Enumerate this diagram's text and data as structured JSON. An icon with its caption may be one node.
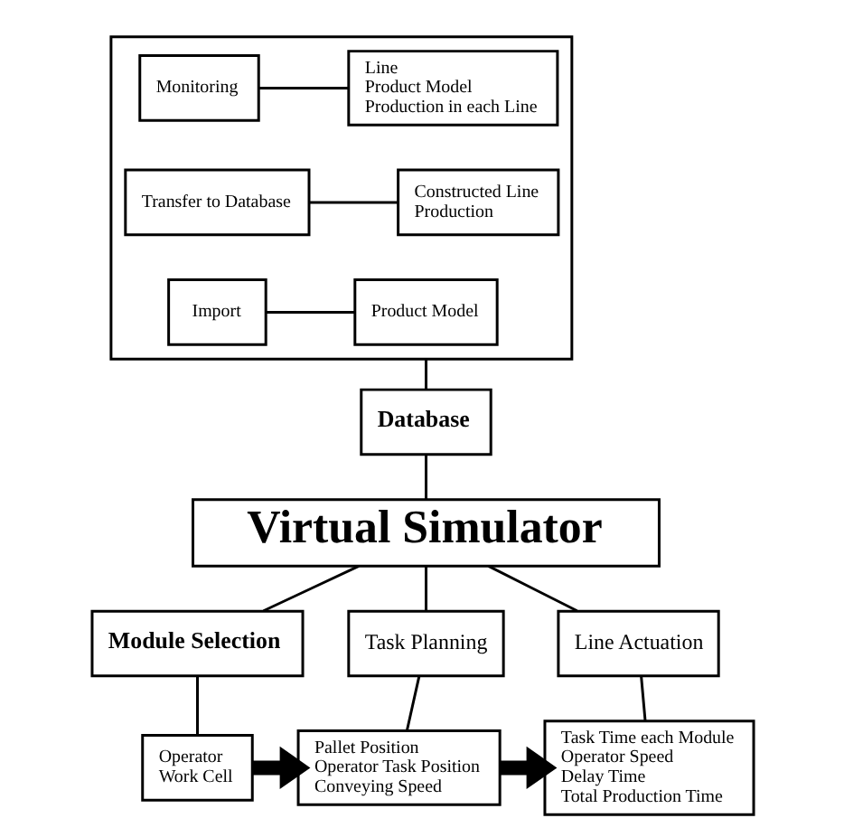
{
  "diagram": {
    "nodes": [
      {
        "text": [],
        "shape": "box"
      },
      {
        "text": [
          "Monitoring"
        ],
        "in": 0
      },
      {
        "text": [
          "Line",
          "Product Model",
          "Production in each Line"
        ],
        "in": 0
      },
      {
        "text": [
          "Transfer to Database"
        ],
        "in": 0
      },
      {
        "text": [
          "Constructed Line",
          "Production"
        ],
        "in": 0
      },
      {
        "text": [
          "Import"
        ],
        "in": 0
      },
      {
        "text": [
          "Product Model"
        ],
        "in": 0
      },
      {
        "text": [
          "Database"
        ]
      },
      {
        "text": [
          "Virtual Simulator"
        ]
      },
      {
        "text": [
          "Module Selection"
        ]
      },
      {
        "text": [
          "Task Planning"
        ]
      },
      {
        "text": [
          "Line Actuation"
        ]
      },
      {
        "text": [
          "Operator",
          "Work Cell"
        ]
      },
      {
        "text": [
          "Pallet Position",
          "Operator Task Position",
          "Conveying Speed"
        ]
      },
      {
        "text": [
          "Task Time each Module",
          "Operator Speed",
          "Delay Time",
          "Total Production Time"
        ]
      }
    ],
    "edges": [
      {
        "from": 1,
        "to": 2,
        "arrow": "none"
      },
      {
        "from": 3,
        "to": 4,
        "arrow": "none"
      },
      {
        "from": 5,
        "to": 6,
        "arrow": "none"
      },
      {
        "from": 0,
        "to": 7,
        "arrow": "none"
      },
      {
        "from": 7,
        "to": 8,
        "arrow": "none"
      },
      {
        "from": 8,
        "to": 9,
        "arrow": "none"
      },
      {
        "from": 8,
        "to": 10,
        "arrow": "none"
      },
      {
        "from": 8,
        "to": 11,
        "arrow": "none"
      },
      {
        "from": 9,
        "to": 12,
        "arrow": "none"
      },
      {
        "from": 10,
        "to": 13,
        "arrow": "none"
      },
      {
        "from": 11,
        "to": 14,
        "arrow": "none"
      },
      {
        "from": 12,
        "to": 13,
        "arrow": "to",
        "style": "thick"
      },
      {
        "from": 13,
        "to": 14,
        "arrow": "to",
        "style": "thick"
      }
    ]
  }
}
